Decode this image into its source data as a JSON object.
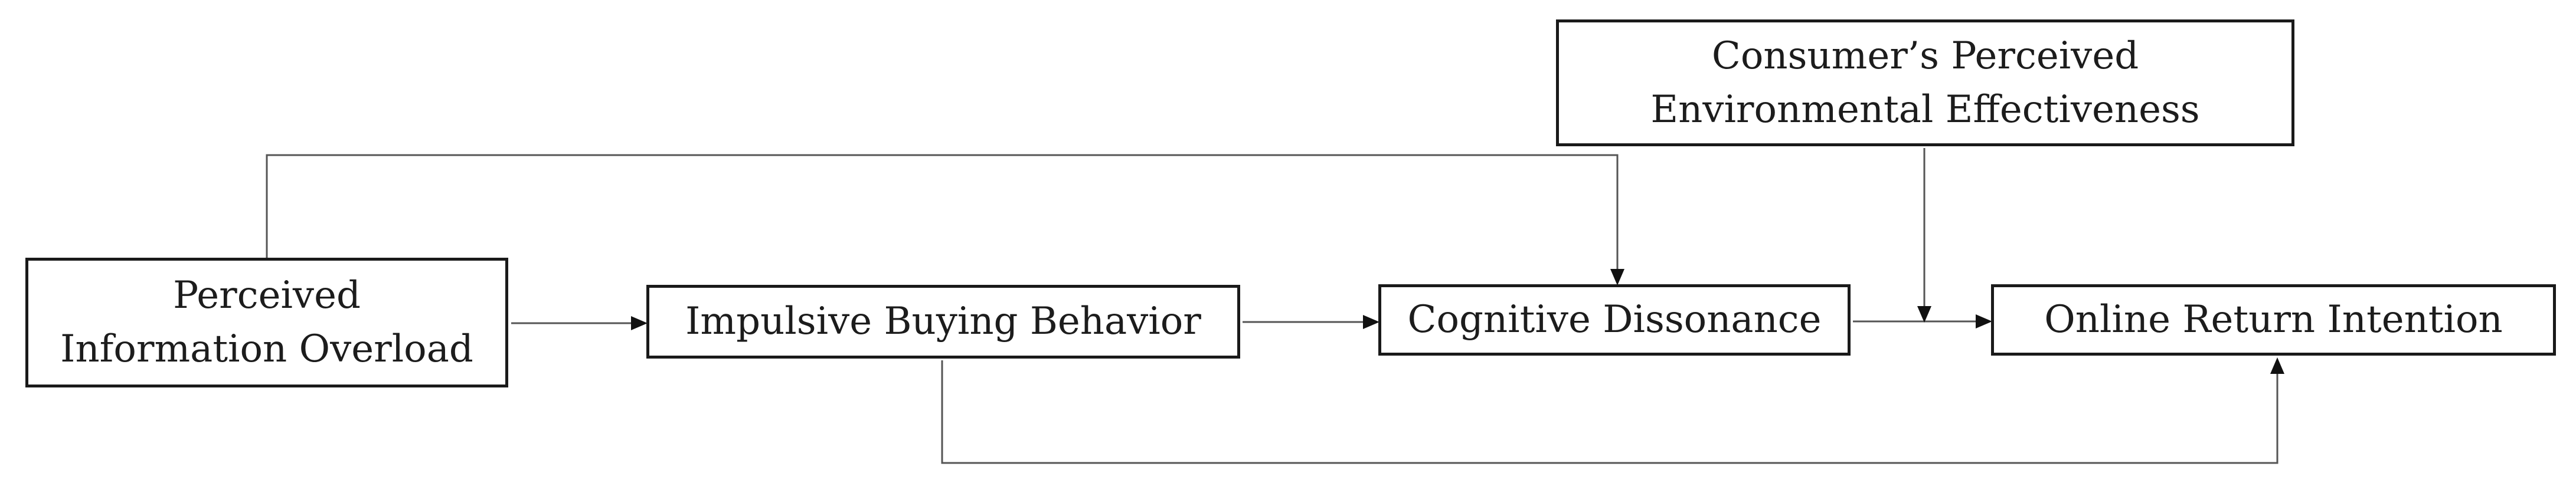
{
  "figure": {
    "boxes": {
      "perceived_information_overload": {
        "label": "Perceived\nInformation Overload"
      },
      "impulsive_buying_behavior": {
        "label": "Impulsive Buying Behavior"
      },
      "cognitive_dissonance": {
        "label": "Cognitive Dissonance"
      },
      "online_return_intention": {
        "label": "Online Return Intention"
      },
      "consumers_perceived_environmental_effectiveness": {
        "label": "Consumer’s Perceived\nEnvironmental Effectiveness"
      }
    },
    "connections": [
      {
        "from": "perceived_information_overload",
        "to": "impulsive_buying_behavior",
        "type": "direct"
      },
      {
        "from": "impulsive_buying_behavior",
        "to": "cognitive_dissonance",
        "type": "direct"
      },
      {
        "from": "cognitive_dissonance",
        "to": "online_return_intention",
        "type": "direct"
      },
      {
        "from": "perceived_information_overload",
        "to": "cognitive_dissonance",
        "type": "direct-top-path"
      },
      {
        "from": "impulsive_buying_behavior",
        "to": "online_return_intention",
        "type": "direct-bottom-path"
      },
      {
        "from": "consumers_perceived_environmental_effectiveness",
        "to_edge": [
          "cognitive_dissonance",
          "online_return_intention"
        ],
        "type": "moderation"
      }
    ],
    "colors": {
      "background": "#ffffff",
      "box_border": "#1a1a1a",
      "text": "#1c1c1c",
      "connector": "#555555",
      "arrowhead": "#111111"
    }
  }
}
